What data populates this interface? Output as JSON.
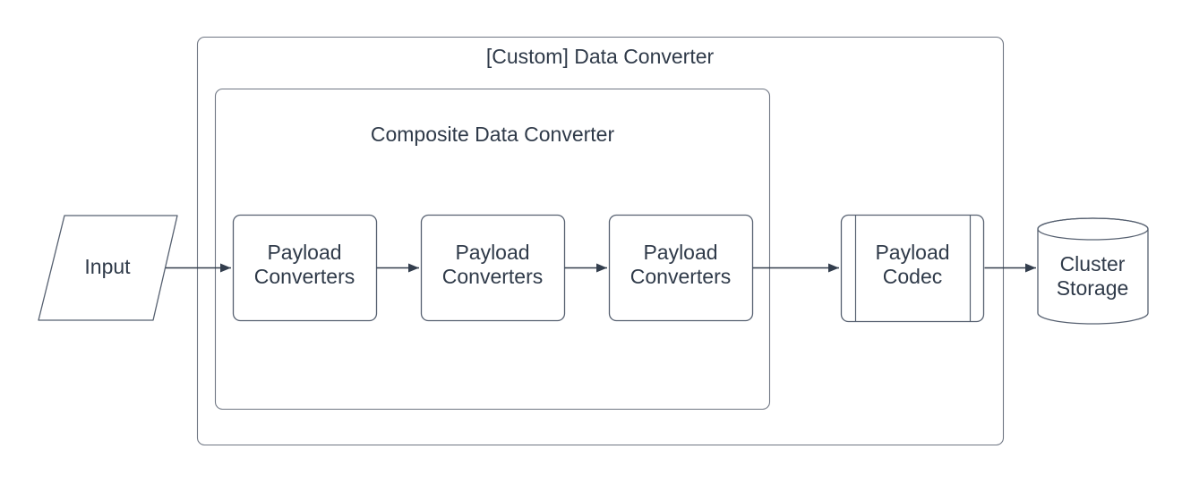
{
  "colors": {
    "background": "#ffffff",
    "container-border": "#6f7683",
    "shape-border": "#566070",
    "line": "#333e4d",
    "text": "#2f3a49"
  },
  "diagram": {
    "outer_container": {
      "label": "[Custom] Data Converter"
    },
    "inner_container": {
      "label": "Composite Data Converter"
    },
    "nodes": {
      "input": {
        "shape": "parallelogram",
        "label": "Input"
      },
      "converter1": {
        "shape": "rounded-rectangle",
        "line1": "Payload",
        "line2": "Converters"
      },
      "converter2": {
        "shape": "rounded-rectangle",
        "line1": "Payload",
        "line2": "Converters"
      },
      "converter3": {
        "shape": "rounded-rectangle",
        "line1": "Payload",
        "line2": "Converters"
      },
      "codec": {
        "shape": "predefined-process",
        "line1": "Payload",
        "line2": "Codec"
      },
      "storage": {
        "shape": "cylinder",
        "line1": "Cluster",
        "line2": "Storage"
      }
    },
    "flow": [
      "input",
      "converter1",
      "converter2",
      "converter3",
      "codec",
      "storage"
    ]
  }
}
